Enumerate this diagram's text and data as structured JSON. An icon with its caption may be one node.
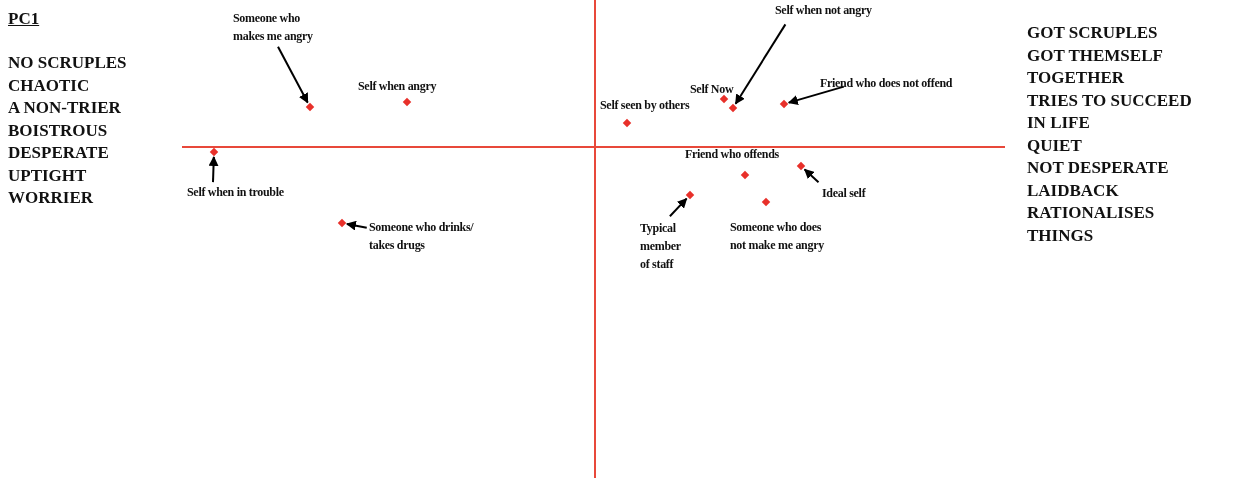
{
  "diagram": {
    "nodes": [
      {
        "text": [
          "Someone who makes me angry"
        ]
      },
      {
        "text": [],
        "shape": "diamond"
      },
      {
        "text": [
          "Self when in trouble"
        ]
      },
      {
        "text": [],
        "shape": "diamond"
      },
      {
        "text": [
          "Someone who drinks/ takes drugs"
        ]
      },
      {
        "text": [],
        "shape": "diamond"
      },
      {
        "text": [
          "Self when not angry"
        ]
      },
      {
        "text": [],
        "shape": "diamond"
      },
      {
        "text": [
          "Friend who does not offend"
        ]
      },
      {
        "text": [],
        "shape": "diamond"
      },
      {
        "text": [
          "Ideal self"
        ]
      },
      {
        "text": [],
        "shape": "diamond"
      },
      {
        "text": [
          "Typical member of staff"
        ]
      },
      {
        "text": [],
        "shape": "diamond"
      }
    ],
    "edges": [
      {
        "from": 0,
        "to": 1,
        "arrow": "to"
      },
      {
        "from": 2,
        "to": 3,
        "arrow": "to"
      },
      {
        "from": 4,
        "to": 5,
        "arrow": "to"
      },
      {
        "from": 6,
        "to": 7,
        "arrow": "to"
      },
      {
        "from": 8,
        "to": 9,
        "arrow": "to"
      },
      {
        "from": 10,
        "to": 11,
        "arrow": "to"
      },
      {
        "from": 12,
        "to": 13,
        "arrow": "to"
      }
    ],
    "labels": [
      "PC1",
      "NO SCRUPLES",
      "CHAOTIC",
      "A NON-TRIER",
      "BOISTROUS",
      "DESPERATE",
      "UPTIGHT",
      "WORRIER",
      "Self when angry",
      "Self seen by others",
      "Self Now",
      "Friend who offends",
      "Someone who does not make me angry",
      "GOT SCRUPLES",
      "GOT THEMSELF TOGETHER",
      "TRIES TO SUCCEED IN LIFE",
      "QUIET",
      "NOT DESPERATE",
      "LAIDBACK",
      "RATIONALISES THINGS"
    ]
  }
}
